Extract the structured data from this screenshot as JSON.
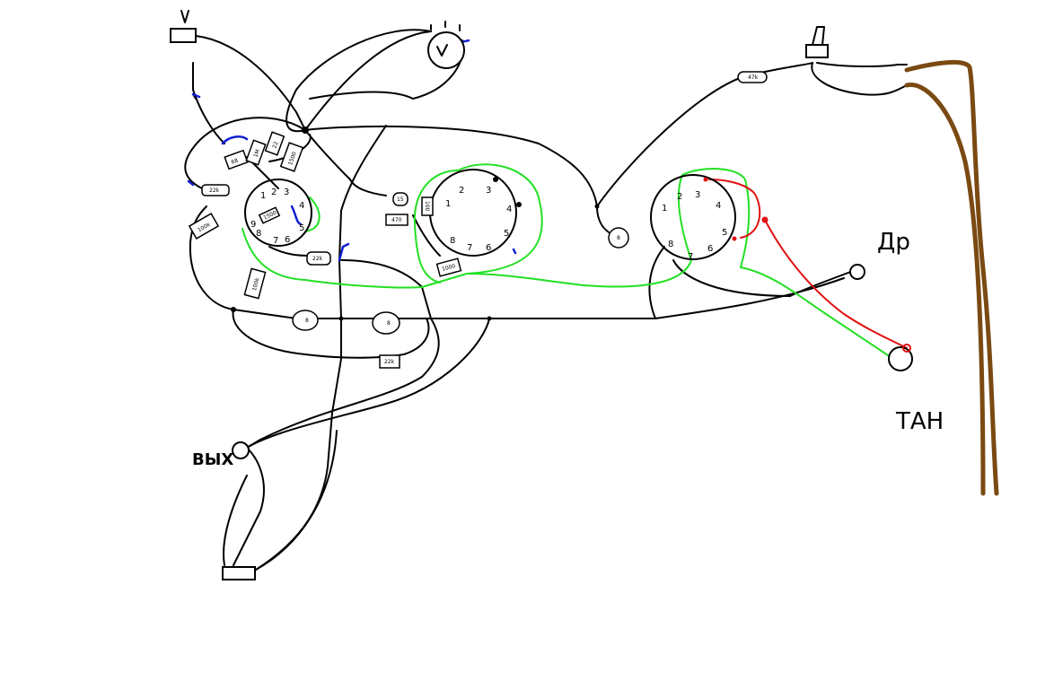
{
  "labels": {
    "output": "ВЫХ",
    "dr": "Др",
    "tan": "ТАН"
  },
  "tube1": {
    "pins": [
      "1",
      "2",
      "3",
      "4",
      "5",
      "6",
      "7",
      "8",
      "9"
    ],
    "inner_resistor": "1500"
  },
  "tube2": {
    "pins": [
      "1",
      "2",
      "3",
      "4",
      "5",
      "6",
      "7",
      "8"
    ]
  },
  "tube3": {
    "pins": [
      "1",
      "2",
      "3",
      "4",
      "5",
      "6",
      "7",
      "8"
    ]
  },
  "resistors": {
    "r_68": "68",
    "r_1m": "1M",
    "r_22": "22",
    "r_1500": "1500",
    "r_22k_a": "22k",
    "r_100k_a": "100k",
    "r_100k_b": "100k",
    "r_22k_b": "22k",
    "r_15": "15",
    "r_470": "470",
    "r_100": "100",
    "r_1000": "1000",
    "r_47k": "47k",
    "r_22k_c": "22k"
  },
  "capacitors": {
    "c_8_a": "8",
    "c_8_b": "8",
    "c_8_c": "8"
  },
  "colors": {
    "wire": "#000000",
    "green": "#22e022",
    "red": "#e01010",
    "blue": "#1020d0",
    "brown": "#7a4a12"
  }
}
